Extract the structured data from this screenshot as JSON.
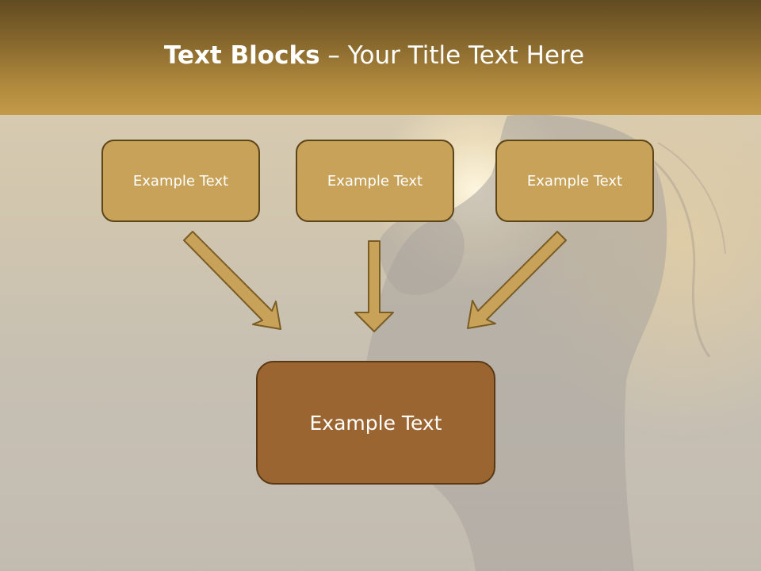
{
  "title": {
    "bold": "Text Blocks",
    "separator": " – ",
    "rest": "Your Title Text Here"
  },
  "blocks": [
    {
      "label": "Example Text"
    },
    {
      "label": "Example Text"
    },
    {
      "label": "Example Text"
    }
  ],
  "main_block": {
    "label": "Example Text"
  },
  "colors": {
    "header": "#b18a3e",
    "block": "#c9a25a",
    "main_block": "#9a6530",
    "arrow": "#c9a25a",
    "outline": "#5c4518"
  },
  "icons": [
    "down-right-arrow-icon",
    "down-arrow-icon",
    "down-left-arrow-icon"
  ]
}
